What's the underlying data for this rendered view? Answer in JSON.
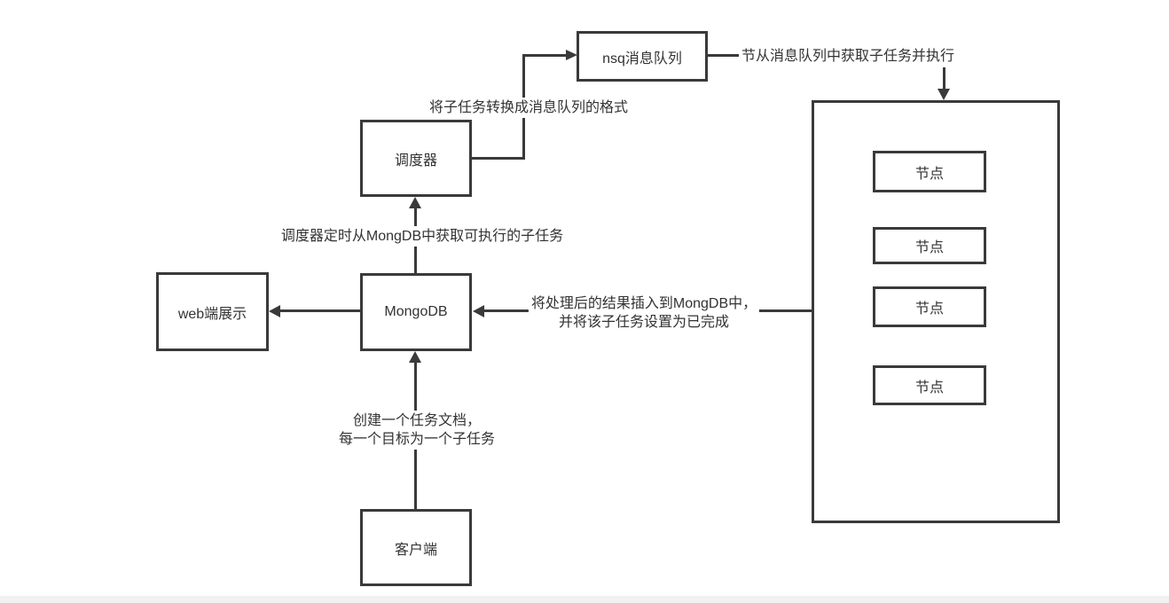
{
  "colors": {
    "stroke": "#3a3a3a",
    "text": "#333333",
    "box_bg": "#ffffff",
    "canvas_bg": "#ffffff",
    "scrollbar": "#f1f1f1"
  },
  "boxes": {
    "nsq_queue": "nsq消息队列",
    "scheduler": "调度器",
    "mongodb": "MongoDB",
    "web_display": "web端展示",
    "client": "客户端"
  },
  "cluster": {
    "nodes": [
      "节点",
      "节点",
      "节点",
      "节点"
    ]
  },
  "annotations": {
    "scheduler_to_nsq": "将子任务转换成消息队列的格式",
    "nsq_to_nodes": "节从消息队列中获取子任务并执行",
    "mongodb_to_scheduler": "调度器定时从MongDB中获取可执行的子任务",
    "nodes_to_mongodb_line1": "将处理后的结果插入到MongDB中，",
    "nodes_to_mongodb_line2": "并将该子任务设置为已完成",
    "client_to_mongodb_line1": "创建一个任务文档，",
    "client_to_mongodb_line2": "每一个目标为一个子任务"
  }
}
